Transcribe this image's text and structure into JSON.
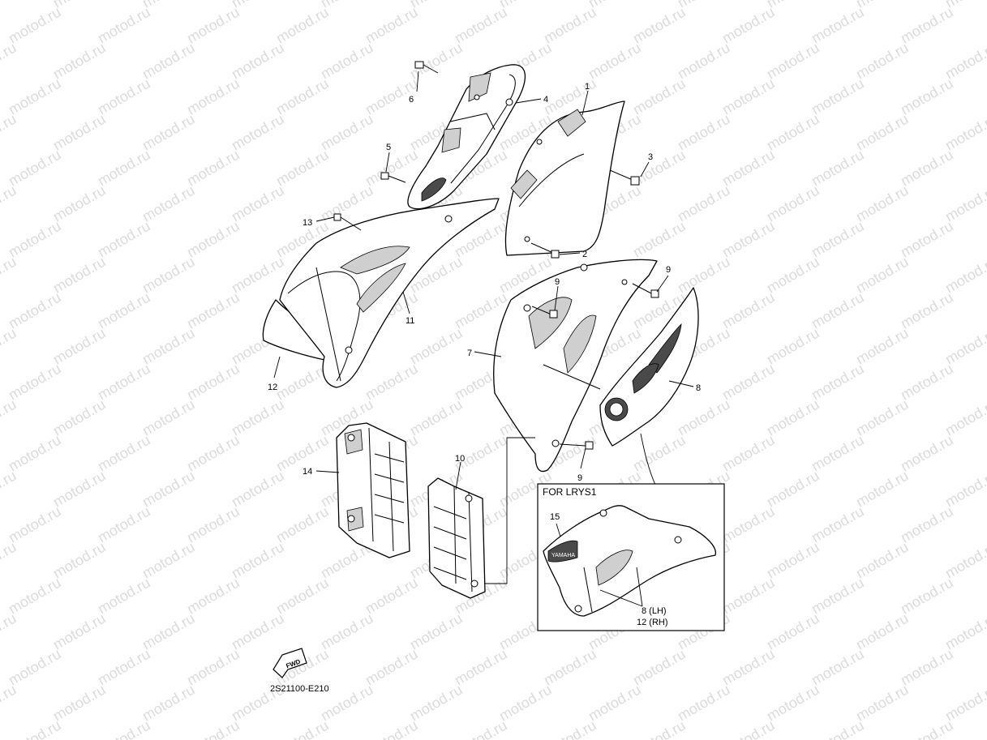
{
  "watermark": "motod.ru",
  "diagram_code": "2S21100-E210",
  "fwd_label": "FWD",
  "inset": {
    "title": "FOR LRYS1",
    "callout_15": "15",
    "callout_8_lh": "8  (LH)",
    "callout_12_rh": "12 (RH)",
    "logo_text": "YAMAHA"
  },
  "callouts": {
    "c1": "1",
    "c2": "2",
    "c3": "3",
    "c4": "4",
    "c5": "5",
    "c6": "6",
    "c7": "7",
    "c8": "8",
    "c9a": "9",
    "c9b": "9",
    "c9c": "9",
    "c10": "10",
    "c11": "11",
    "c12": "12",
    "c13": "13",
    "c14": "14"
  }
}
